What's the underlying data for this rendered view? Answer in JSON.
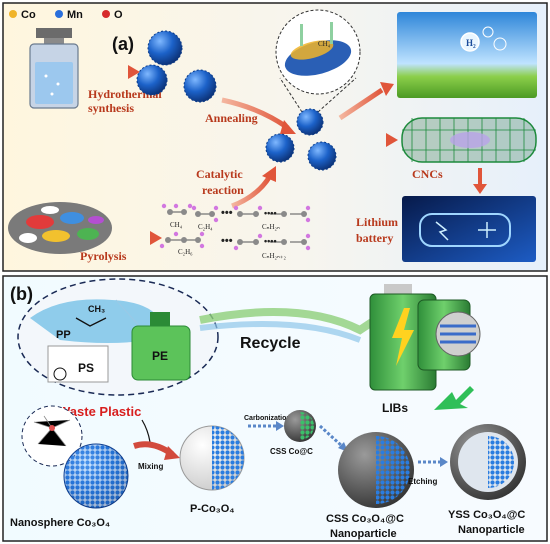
{
  "panel_a": {
    "letter": "(a)",
    "legend": [
      "Co",
      "Mn",
      "O"
    ],
    "labels": {
      "hydro_1": "Hydrothermal",
      "hydro_2": "synthesis",
      "annealing": "Annealing",
      "catalytic_1": "Catalytic",
      "catalytic_2": "reaction",
      "pyrolysis": "Pyrolysis",
      "cncs": "CNCs",
      "lithium_1": "Lithium",
      "lithium_2": "battery"
    },
    "inset_label": "CH₄",
    "h2_label": "H₂",
    "ellipsis": "•••",
    "dots": "••••",
    "molecules": [
      "CH₄",
      "C₂H₄",
      "CₙH₂ₙ",
      "C₂H₆",
      "CₙH₂ₙ₊₂"
    ]
  },
  "panel_b": {
    "letter": "(b)",
    "ch3": "CH₃",
    "plastics": [
      "PP",
      "PS",
      "PE"
    ],
    "recycle": "Recycle",
    "libs": "LIBs",
    "waste_plastic": "Waste Plastic",
    "mixing": "Mixing",
    "carbonization": "Carbonization",
    "css_co_c": "CSS Co@C",
    "etching": "Etching",
    "stages": [
      "Nanosphere Co₃O₄",
      "P-Co₃O₄",
      "CSS Co₃O₄@C",
      "YSS Co₃O₄@C"
    ],
    "nanoparticle": "Nanoparticle"
  }
}
